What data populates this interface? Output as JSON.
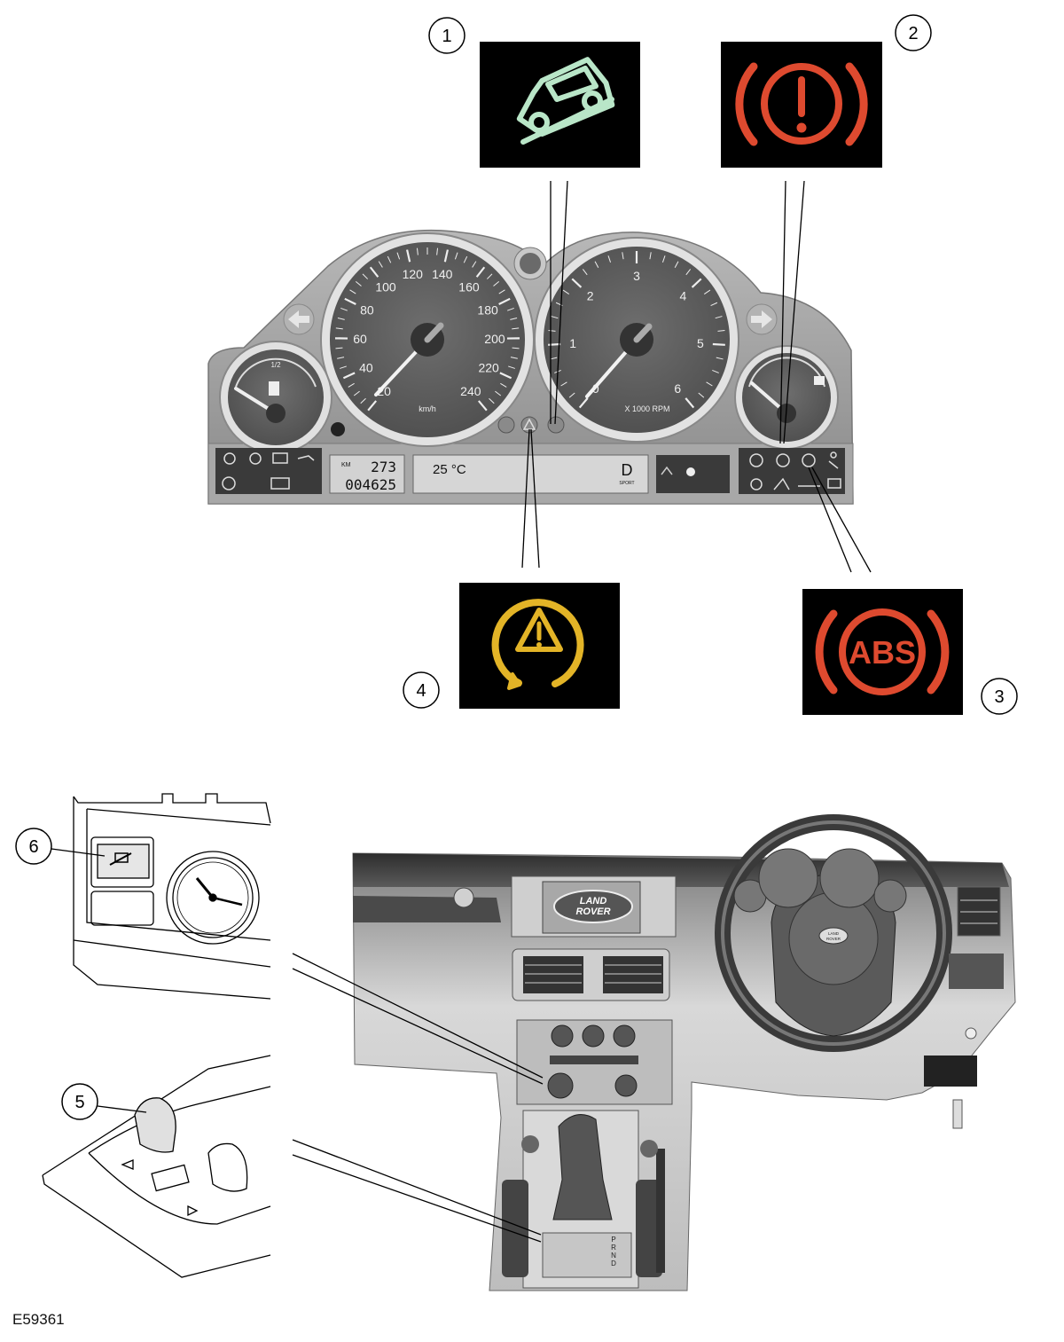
{
  "callouts": [
    "1",
    "2",
    "3",
    "4",
    "5",
    "6"
  ],
  "figure_code": "E59361",
  "speedometer": {
    "ticks": [
      "20",
      "40",
      "60",
      "80",
      "100",
      "120",
      "140",
      "160",
      "180",
      "200",
      "220",
      "240"
    ],
    "unit": "km/h"
  },
  "tachometer": {
    "ticks": [
      "0",
      "1",
      "2",
      "3",
      "4",
      "5",
      "6"
    ],
    "unit": "X 1000 RPM"
  },
  "fuel_gauge": {
    "half_mark": "1/2"
  },
  "display": {
    "trip_prefix": "KM",
    "trip": "273",
    "odometer": "004625",
    "temperature": "25 °C",
    "gear": "D",
    "mode": "SPORT"
  },
  "abs_text": "ABS",
  "dash_logo": [
    "LAND",
    "ROVER"
  ],
  "wheel_logo": [
    "LAND",
    "ROVER"
  ],
  "gear_letters": [
    "P",
    "R",
    "N",
    "D"
  ],
  "colors": {
    "hill_descent": "#b9e6c8",
    "brake": "#de4a2f",
    "traction": "#e3b427",
    "lamp_bg": "#000000",
    "cluster": "#9a9a9a"
  },
  "icons": [
    "hill-descent-car-icon",
    "brake-warning-icon",
    "abs-warning-icon",
    "traction-control-warning-icon",
    "clock-icon",
    "gear-selector-icon"
  ]
}
